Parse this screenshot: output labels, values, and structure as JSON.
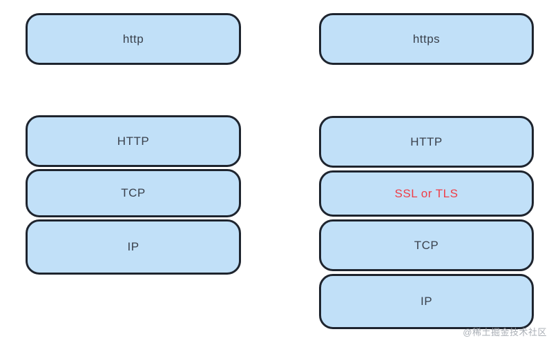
{
  "columns": [
    {
      "header": "http",
      "layers": [
        "HTTP",
        "TCP",
        "IP"
      ]
    },
    {
      "header": "https",
      "layers": [
        "HTTP",
        "SSL or TLS",
        "TCP",
        "IP"
      ],
      "highlight_layer": "SSL or TLS"
    }
  ],
  "colors": {
    "box_fill": "#C1E0F8",
    "box_border": "#1E242E",
    "label_text": "#3A414C",
    "highlight_text": "#F03C46",
    "watermark_color": "#9CA2AA",
    "page_bg": "#FFFFFF"
  },
  "watermark": {
    "text": "@稀土掘金技术社区"
  }
}
